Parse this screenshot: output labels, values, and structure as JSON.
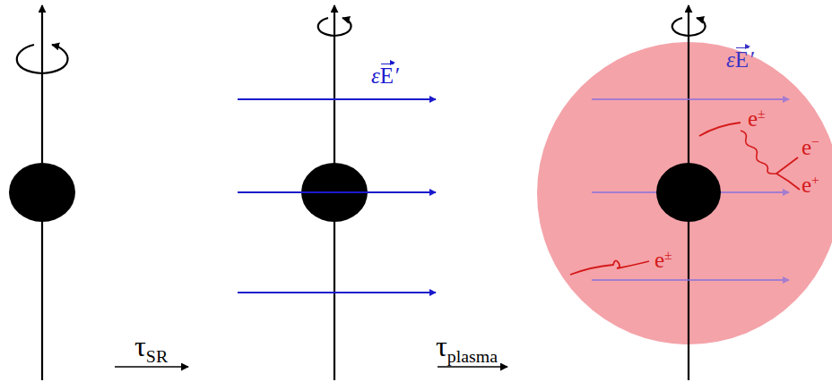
{
  "diagram": {
    "labels": [
      "εE′",
      "εE′",
      "e±",
      "e−",
      "e+",
      "e±",
      "τSR",
      "τplasma"
    ]
  }
}
